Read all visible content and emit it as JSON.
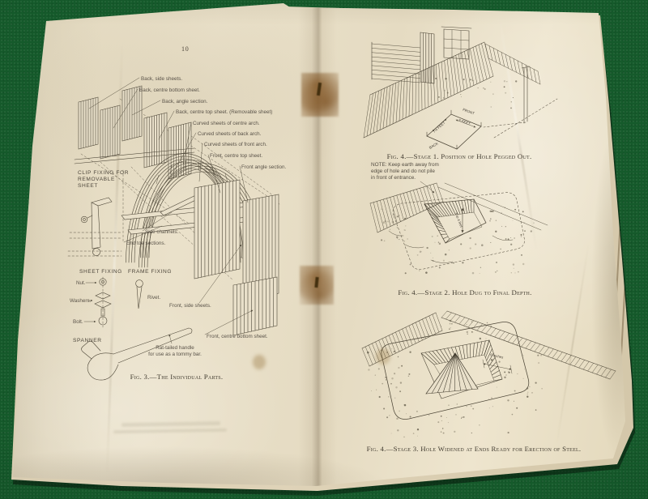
{
  "photo": {
    "surface": "green-felt-table",
    "felt_color": "#155a2b",
    "paper_color": "#e8dfc8",
    "ink_color": "#4f4839"
  },
  "left_page": {
    "page_number": "10",
    "figure_caption": "Fig. 3.—The Individual Parts.",
    "part_labels": {
      "back_side_sheets": "Back, side sheets.",
      "back_centre_bottom_sheet": "Back, centre bottom sheet.",
      "back_angle_section": "Back, angle section.",
      "back_centre_top_sheet": "Back, centre top sheet. (Removable sheet)",
      "curved_sheets_centre_arch": "Curved sheets of centre arch.",
      "curved_sheets_back_arch": "Curved sheets of back arch.",
      "curved_sheets_front_arch": "Curved sheets of front arch.",
      "front_centre_top_sheet": "Front, centre top sheet.",
      "front_angle_section": "Front angle section.",
      "side_channels": "Side channels.",
      "end_toe_sections": "End toe sections.",
      "front_side_sheets": "Front, side sheets.",
      "front_centre_bottom_sheet": "Front, centre bottom sheet."
    },
    "clip_note_lines": [
      "CLIP FIXING FOR",
      "REMOVABLE",
      "SHEET"
    ],
    "sheet_fixing_title": "SHEET FIXING",
    "frame_fixing_title": "FRAME FIXING",
    "fasteners": {
      "nut": "Nut.",
      "washers": "Washers.",
      "bolt": "Bolt.",
      "rivet": "Rivet."
    },
    "spanner_title": "SPANNER",
    "spanner_note_lines": [
      "Rat-tailed handle",
      "for use as a tommy bar."
    ]
  },
  "right_page": {
    "stage1": {
      "caption": "Fig. 4.—Stage 1. Position of Hole Pegged Out.",
      "front_label": "FRONT",
      "back_label": "BACK",
      "width_label": "6 FEET",
      "length_label": "7½ FEET"
    },
    "note_lines": [
      "NOTE:  Keep earth away from",
      "edge of hole and do not pile",
      "in front of entrance."
    ],
    "stage2": {
      "caption": "Fig. 4.—Stage 2. Hole Dug to Final Depth.",
      "depth_label": "3 to 4 feet"
    },
    "stage3": {
      "caption": "Fig. 4.—Stage 3. Hole Widened at Ends Ready for Erection of Steel.",
      "width_label": "6 inches"
    }
  }
}
